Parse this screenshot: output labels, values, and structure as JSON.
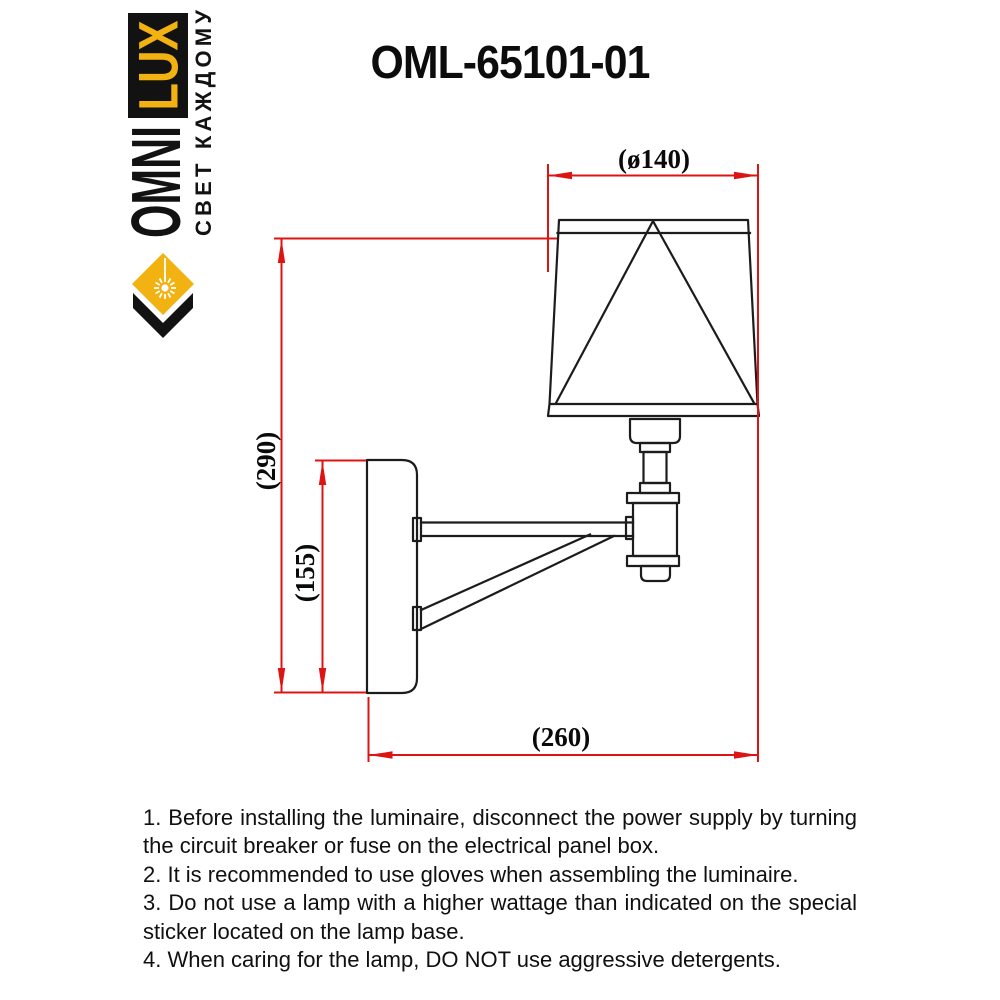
{
  "page": {
    "background": "#ffffff"
  },
  "header": {
    "title": "OML-65101-01"
  },
  "logo": {
    "brand_omni": "OMNI",
    "brand_lux": "LUX",
    "tagline": "СВЕТ КАЖДОМУ",
    "colors": {
      "yellow": "#f2b211",
      "black": "#121212"
    }
  },
  "drawing": {
    "labels": {
      "shade_diameter": "(ø140)",
      "overall_height": "(290)",
      "backplate_height": "(155)",
      "overall_depth": "(260)"
    },
    "colors": {
      "outline": "#1c1c1c",
      "dimension": "#dc1414"
    }
  },
  "instructions": {
    "items": [
      "1. Before installing the luminaire, disconnect the power supply by turning the circuit breaker or fuse on the electrical panel box.",
      "2. It is recommended to use gloves when assembling the luminaire.",
      "3. Do not use a lamp with a higher wattage than indicated on the special sticker located on the lamp base.",
      "4. When caring for the lamp, DO NOT use aggressive detergents."
    ]
  }
}
